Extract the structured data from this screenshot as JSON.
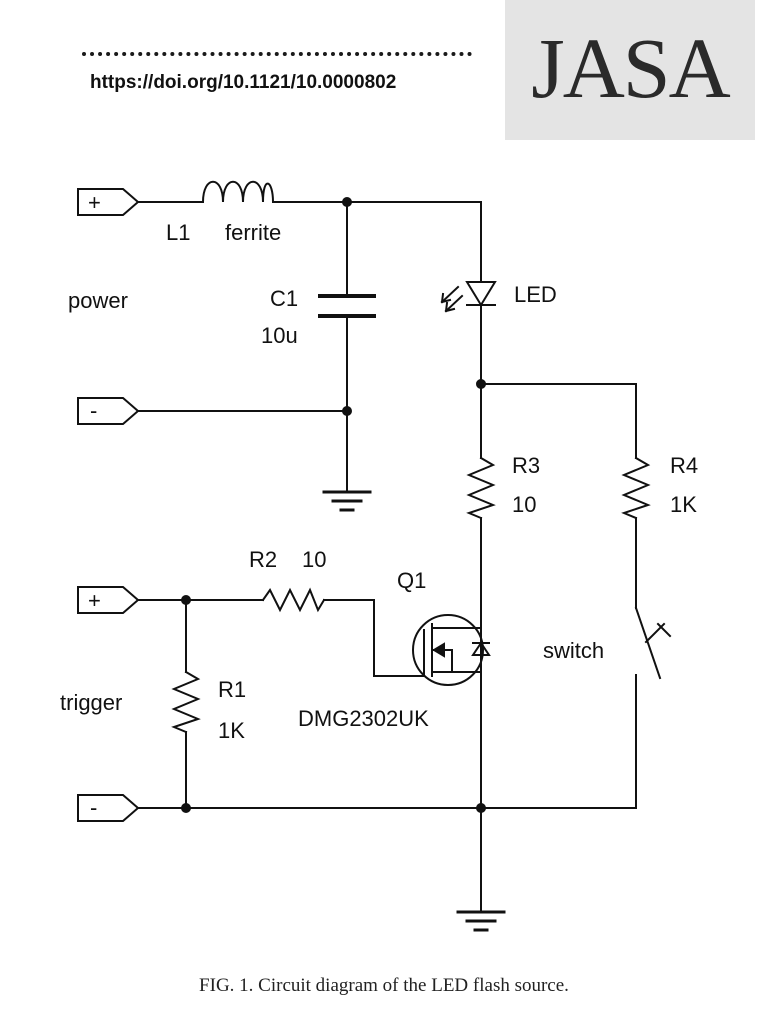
{
  "header": {
    "doi": "https://doi.org/10.1121/10.0000802",
    "journal": "JASA"
  },
  "figure": {
    "caption": "FIG. 1. Circuit diagram of the LED flash source."
  },
  "circuit": {
    "terminals": {
      "power_plus": "+",
      "power_minus": "-",
      "trigger_plus": "+",
      "trigger_minus": "-"
    },
    "labels": {
      "power": "power",
      "trigger": "trigger",
      "switch": "switch"
    },
    "components": {
      "L1": {
        "ref": "L1",
        "value": "ferrite"
      },
      "C1": {
        "ref": "C1",
        "value": "10u"
      },
      "LED": {
        "ref": "LED"
      },
      "R3": {
        "ref": "R3",
        "value": "10"
      },
      "R4": {
        "ref": "R4",
        "value": "1K"
      },
      "R2": {
        "ref": "R2",
        "value": "10"
      },
      "R1": {
        "ref": "R1",
        "value": "1K"
      },
      "Q1": {
        "ref": "Q1",
        "part": "DMG2302UK"
      }
    }
  }
}
